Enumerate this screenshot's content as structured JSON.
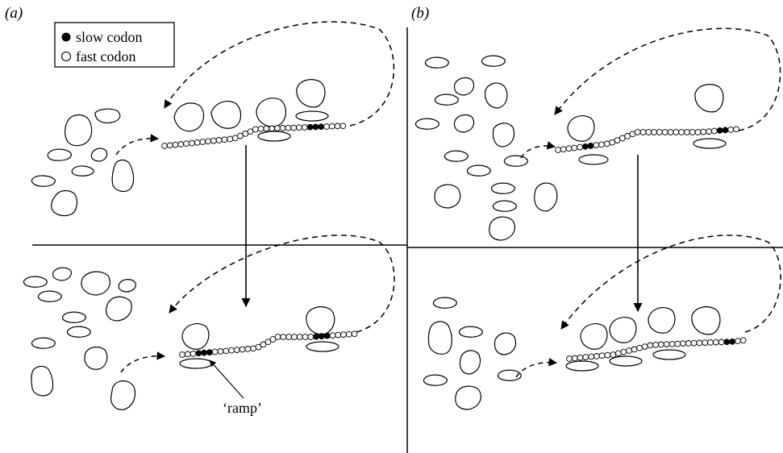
{
  "panels": {
    "a_label": "(a)",
    "b_label": "(b)"
  },
  "legend": {
    "slow": "slow codon",
    "fast": "fast codon"
  },
  "annotations": {
    "ramp": "‘ramp’"
  }
}
